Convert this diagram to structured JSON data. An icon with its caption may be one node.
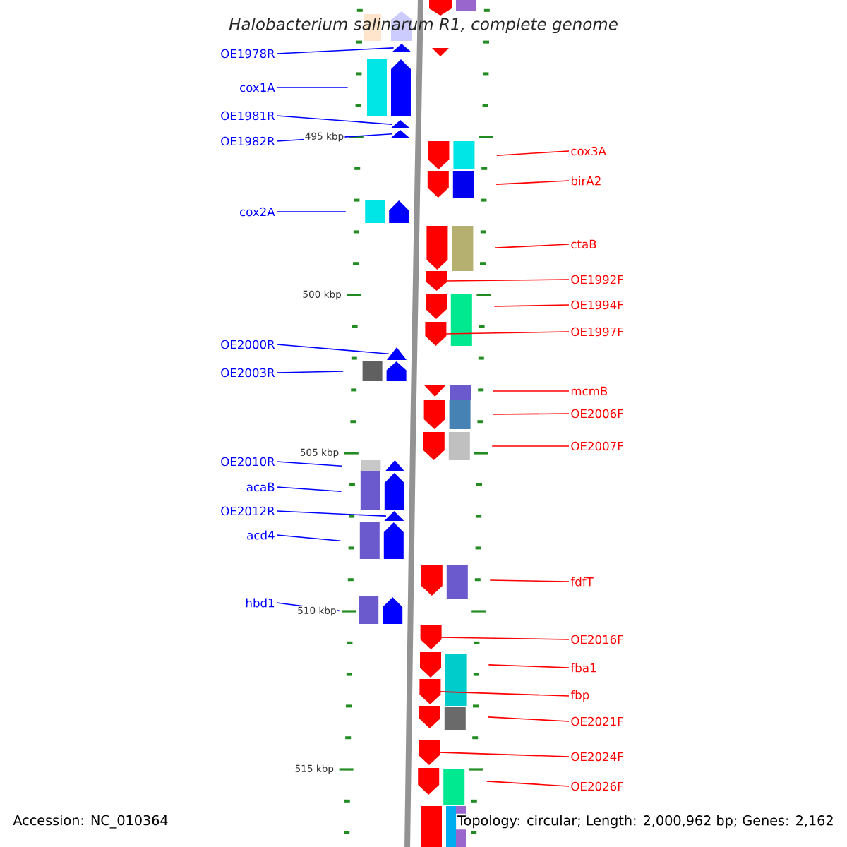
{
  "diagram": {
    "title": "Halobacterium salinarum R1, complete genome",
    "nodes": [
      {
        "text": [
          "OE1978R"
        ]
      },
      {
        "text": [],
        "shape": "pentagon"
      },
      {
        "text": [
          "cox1A"
        ]
      },
      {
        "text": [],
        "shape": "pentagon"
      },
      {
        "text": [
          "OE1981R"
        ]
      },
      {
        "text": [],
        "shape": "pentagon"
      },
      {
        "text": [
          "OE1982R"
        ]
      },
      {
        "text": [],
        "shape": "pentagon"
      },
      {
        "text": [
          "cox2A"
        ]
      },
      {
        "text": [],
        "shape": "pentagon"
      },
      {
        "text": [
          "OE2000R"
        ]
      },
      {
        "text": [],
        "shape": "pentagon"
      },
      {
        "text": [
          "OE2003R"
        ]
      },
      {
        "text": [],
        "shape": "pentagon"
      },
      {
        "text": [
          "OE2010R"
        ]
      },
      {
        "text": [],
        "shape": "pentagon"
      },
      {
        "text": [
          "acaB"
        ]
      },
      {
        "text": [],
        "shape": "pentagon"
      },
      {
        "text": [
          "OE2012R"
        ]
      },
      {
        "text": [],
        "shape": "pentagon"
      },
      {
        "text": [
          "acd4"
        ]
      },
      {
        "text": [],
        "shape": "pentagon"
      },
      {
        "text": [
          "hbd1"
        ]
      },
      {
        "text": [],
        "shape": "pentagon"
      },
      {
        "text": [
          "cox3A"
        ]
      },
      {
        "text": [],
        "shape": "pentagon"
      },
      {
        "text": [
          "birA2"
        ]
      },
      {
        "text": [],
        "shape": "pentagon"
      },
      {
        "text": [
          "ctaB"
        ]
      },
      {
        "text": [],
        "shape": "pentagon"
      },
      {
        "text": [
          "OE1992F"
        ]
      },
      {
        "text": [],
        "shape": "pentagon"
      },
      {
        "text": [
          "OE1994F"
        ]
      },
      {
        "text": [],
        "shape": "pentagon"
      },
      {
        "text": [
          "OE1997F"
        ]
      },
      {
        "text": [],
        "shape": "pentagon"
      },
      {
        "text": [
          "mcmB"
        ]
      },
      {
        "text": [],
        "shape": "pentagon"
      },
      {
        "text": [
          "OE2006F"
        ]
      },
      {
        "text": [],
        "shape": "pentagon"
      },
      {
        "text": [
          "OE2007F"
        ]
      },
      {
        "text": [],
        "shape": "pentagon"
      },
      {
        "text": [
          "fdfT"
        ]
      },
      {
        "text": [],
        "shape": "pentagon"
      },
      {
        "text": [
          "OE2016F"
        ]
      },
      {
        "text": [],
        "shape": "pentagon"
      },
      {
        "text": [
          "fba1"
        ]
      },
      {
        "text": [],
        "shape": "pentagon"
      },
      {
        "text": [
          "fbp"
        ]
      },
      {
        "text": [],
        "shape": "pentagon"
      },
      {
        "text": [
          "OE2021F"
        ]
      },
      {
        "text": [],
        "shape": "pentagon"
      },
      {
        "text": [
          "OE2024F"
        ]
      },
      {
        "text": [],
        "shape": "pentagon"
      },
      {
        "text": [
          "OE2026F"
        ]
      },
      {
        "text": [],
        "shape": "pentagon"
      }
    ],
    "edges": [
      {
        "from": 0,
        "to": 1,
        "arrow": "none",
        "color": "#0000ff"
      },
      {
        "from": 2,
        "to": 3,
        "arrow": "none",
        "color": "#0000ff"
      },
      {
        "from": 4,
        "to": 5,
        "arrow": "none",
        "color": "#0000ff"
      },
      {
        "from": 6,
        "to": 7,
        "arrow": "none",
        "color": "#0000ff"
      },
      {
        "from": 8,
        "to": 9,
        "arrow": "none",
        "color": "#0000ff"
      },
      {
        "from": 10,
        "to": 11,
        "arrow": "none",
        "color": "#0000ff"
      },
      {
        "from": 12,
        "to": 13,
        "arrow": "none",
        "color": "#0000ff"
      },
      {
        "from": 14,
        "to": 15,
        "arrow": "none",
        "color": "#0000ff"
      },
      {
        "from": 16,
        "to": 17,
        "arrow": "none",
        "color": "#0000ff"
      },
      {
        "from": 18,
        "to": 19,
        "arrow": "none",
        "color": "#0000ff"
      },
      {
        "from": 20,
        "to": 21,
        "arrow": "none",
        "color": "#0000ff"
      },
      {
        "from": 22,
        "to": 23,
        "arrow": "none",
        "color": "#0000ff"
      },
      {
        "from": 24,
        "to": 25,
        "arrow": "none"
      },
      {
        "from": 26,
        "to": 27,
        "arrow": "none"
      },
      {
        "from": 28,
        "to": 29,
        "arrow": "none"
      },
      {
        "from": 30,
        "to": 31,
        "arrow": "none"
      },
      {
        "from": 32,
        "to": 33,
        "arrow": "none"
      },
      {
        "from": 34,
        "to": 35,
        "arrow": "none"
      },
      {
        "from": 36,
        "to": 37,
        "arrow": "none"
      },
      {
        "from": 38,
        "to": 39,
        "arrow": "none"
      },
      {
        "from": 40,
        "to": 41,
        "arrow": "none"
      },
      {
        "from": 42,
        "to": 43,
        "arrow": "none"
      },
      {
        "from": 44,
        "to": 45,
        "arrow": "none"
      },
      {
        "from": 46,
        "to": 47,
        "arrow": "none"
      },
      {
        "from": 48,
        "to": 49,
        "arrow": "none"
      },
      {
        "from": 50,
        "to": 51,
        "arrow": "none"
      },
      {
        "from": 52,
        "to": 53,
        "arrow": "none"
      },
      {
        "from": 54,
        "to": 55,
        "arrow": "none"
      }
    ],
    "labels": [
      "495 kbp",
      "500 kbp",
      "505 kbp",
      "510 kbp",
      "515 kbp",
      "Accession: NC_010364",
      "Topology: circular; Length: 2,000,962 bp; Genes: 2,162"
    ]
  }
}
